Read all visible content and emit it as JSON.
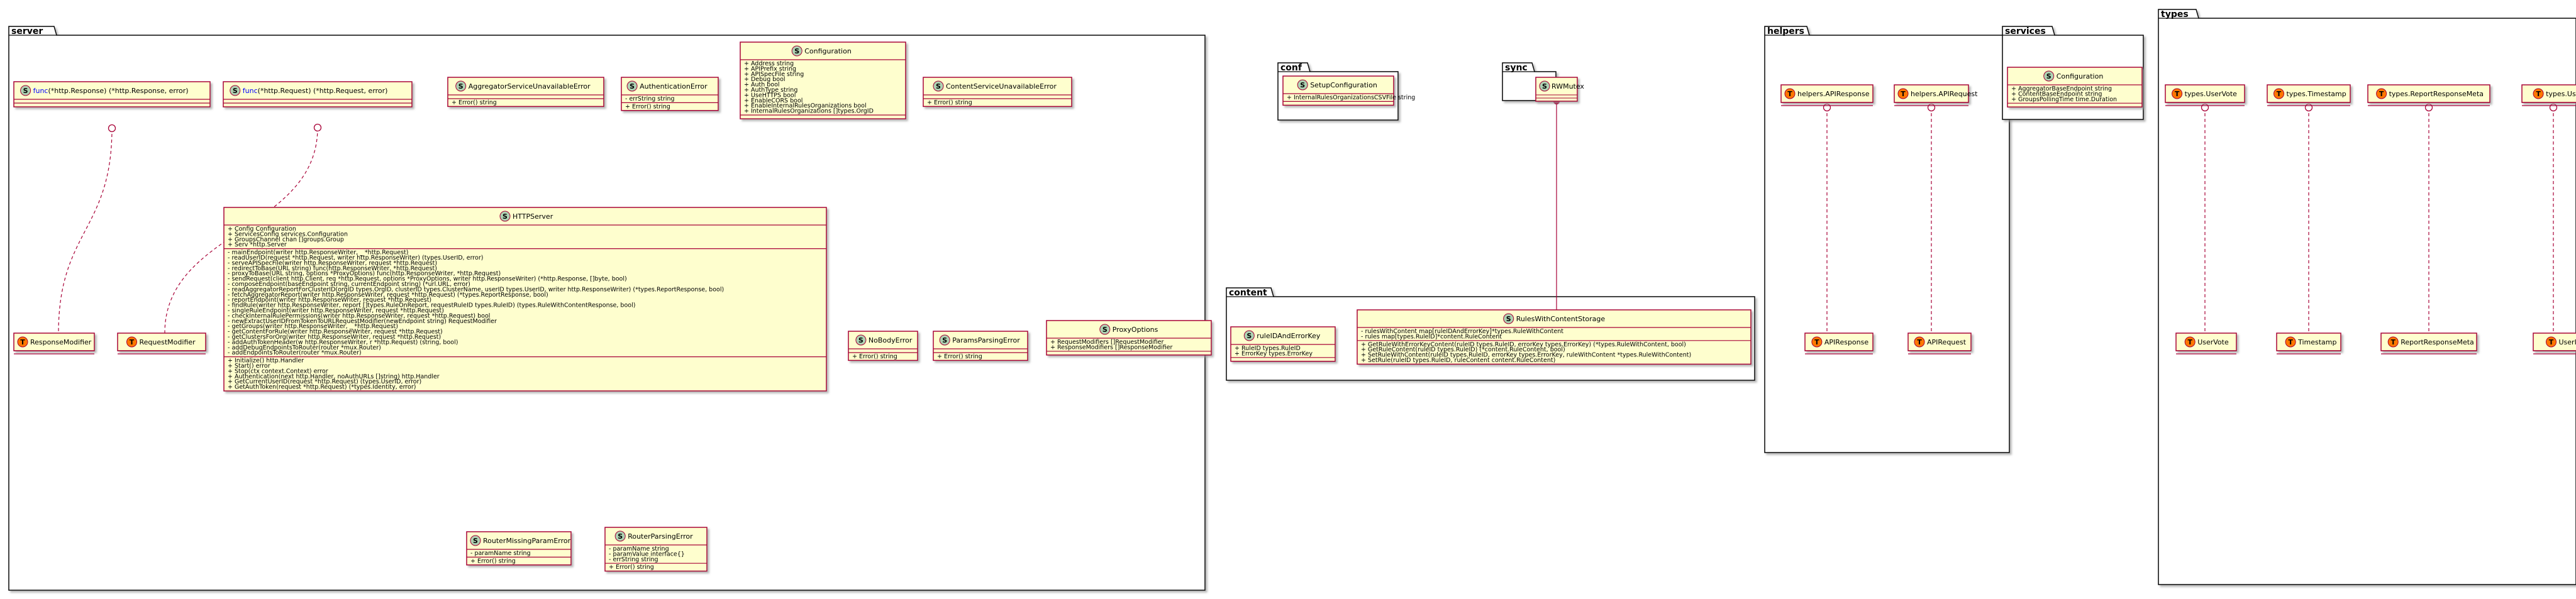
{
  "packages": {
    "server": "server",
    "conf": "conf",
    "sync": "sync",
    "content": "content",
    "helpers": "helpers",
    "services": "services",
    "types": "types"
  },
  "stereotypes": {
    "struct": "S",
    "type": "T"
  },
  "classes": {
    "func_response": {
      "prefix": "func",
      "rest": "(*http.Response) (*http.Response, error)"
    },
    "func_request": {
      "prefix": "func",
      "rest": "(*http.Request) (*http.Request, error)"
    },
    "aggregator_unavailable": {
      "name": "AggregatorServiceUnavailableError",
      "methods": [
        "+ Error() string"
      ]
    },
    "authentication_error": {
      "name": "AuthenticationError",
      "fields": [
        "- errString string"
      ],
      "methods": [
        "+ Error() string"
      ]
    },
    "configuration": {
      "name": "Configuration",
      "fields": [
        "+ Address string",
        "+ APIPrefix string",
        "+ APISpecFile string",
        "+ Debug bool",
        "+ Auth bool",
        "+ AuthType string",
        "+ UseHTTPS bool",
        "+ EnableCORS bool",
        "+ EnableInternalRulesOrganizations bool",
        "+ InternalRulesOrganizations []types.OrgID"
      ]
    },
    "content_unavailable": {
      "name": "ContentServiceUnavailableError",
      "methods": [
        "+ Error() string"
      ]
    },
    "response_modifier": {
      "name": "ResponseModifier"
    },
    "request_modifier": {
      "name": "RequestModifier"
    },
    "http_server": {
      "name": "HTTPServer",
      "fields": [
        "+ Config Configuration",
        "+ ServicesConfig services.Configuration",
        "+ GroupsChannel chan []groups.Group",
        "+ Serv *http.Server"
      ],
      "private_methods": [
        "- mainEndpoint(writer http.ResponseWriter, _ *http.Request)",
        "- readUserID(request *http.Request, writer http.ResponseWriter) (types.UserID, error)",
        "- serveAPISpecFile(writer http.ResponseWriter, request *http.Request)",
        "- redirectToBase(URL string) func(http.ResponseWriter, *http.Request)",
        "- proxyToBase(URL string, options *ProxyOptions) func(http.ResponseWriter, *http.Request)",
        "- sendRequest(client http.Client, req *http.Request, options *ProxyOptions, writer http.ResponseWriter) (*http.Response, []byte, bool)",
        "- composeEndpoint(baseEndpoint string, currentEndpoint string) (*url.URL, error)",
        "- readAggregatorReportForClusterID(orgID types.OrgID, clusterID types.ClusterName, userID types.UserID, writer http.ResponseWriter) (*types.ReportResponse, bool)",
        "- fetchAggregatorReport(writer http.ResponseWriter, request *http.Request) (*types.ReportResponse, bool)",
        "- reportEndpoint(writer http.ResponseWriter, request *http.Request)",
        "- findRule(writer http.ResponseWriter, report []types.RuleOnReport, requestRuleID types.RuleID) (types.RuleWithContentResponse, bool)",
        "- singleRuleEndpoint(writer http.ResponseWriter, request *http.Request)",
        "- checkInternalRulePermissions(writer http.ResponseWriter, request *http.Request) bool",
        "- newExtractUserIDFromTokenToURLRequestModifier(newEndpoint string) RequestModifier",
        "- getGroups(writer http.ResponseWriter, _ *http.Request)",
        "- getContentForRule(writer http.ResponseWriter, request *http.Request)",
        "- getClustersForOrg(writer http.ResponseWriter, request *http.Request)",
        "- addAuthTokenHeader(w http.ResponseWriter, r *http.Request) (string, bool)",
        "- addDebugEndpointsToRouter(router *mux.Router)",
        "- addEndpointsToRouter(router *mux.Router)"
      ],
      "public_methods": [
        "+ Initialize() http.Handler",
        "+ Start() error",
        "+ Stop(ctx context.Context) error",
        "+ Authentication(next http.Handler, noAuthURLs []string) http.Handler",
        "+ GetCurrentUserID(request *http.Request) (types.UserID, error)",
        "+ GetAuthToken(request *http.Request) (*types.Identity, error)"
      ]
    },
    "no_body_error": {
      "name": "NoBodyError",
      "methods": [
        "+ Error() string"
      ]
    },
    "params_parsing_error": {
      "name": "ParamsParsingError",
      "methods": [
        "+ Error() string"
      ]
    },
    "proxy_options": {
      "name": "ProxyOptions",
      "fields": [
        "+ RequestModifiers []RequestModifier",
        "+ ResponseModifiers []ResponseModifier"
      ]
    },
    "router_missing_param": {
      "name": "RouterMissingParamError",
      "fields": [
        "- paramName string"
      ],
      "methods": [
        "+ Error() string"
      ]
    },
    "router_parsing_error": {
      "name": "RouterParsingError",
      "fields": [
        "- paramName string",
        "- paramValue interface{}",
        "- errString string"
      ],
      "methods": [
        "+ Error() string"
      ]
    },
    "setup_configuration": {
      "name": "SetupConfiguration",
      "fields": [
        "+ InternalRulesOrganizationsCSVFile string"
      ]
    },
    "rw_mutex": {
      "name": "RWMutex"
    },
    "rule_id_and_error_key": {
      "name": "ruleIDAndErrorKey",
      "fields": [
        "+ RuleID types.RuleID",
        "+ ErrorKey types.ErrorKey"
      ]
    },
    "rules_with_content_storage": {
      "name": "RulesWithContentStorage",
      "fields": [
        "- rulesWithContent map[ruleIDAndErrorKey]*types.RuleWithContent",
        "- rules map[types.RuleID]*content.RuleContent"
      ],
      "methods": [
        "+ GetRuleWithErrorKeyContent(ruleID types.RuleID, errorKey types.ErrorKey) (*types.RuleWithContent, bool)",
        "+ GetRuleContent(ruleID types.RuleID) (*content.RuleContent, bool)",
        "+ SetRuleWithContent(ruleID types.RuleID, errorKey types.ErrorKey, ruleWithContent *types.RuleWithContent)",
        "+ SetRule(ruleID types.RuleID, ruleContent content.RuleContent)"
      ]
    },
    "helpers_api_response": {
      "name": "helpers.APIResponse"
    },
    "helpers_api_request": {
      "name": "helpers.APIRequest"
    },
    "api_response": {
      "name": "APIResponse"
    },
    "api_request": {
      "name": "APIRequest"
    },
    "services_configuration": {
      "name": "Configuration",
      "fields": [
        "+ AggregatorBaseEndpoint string",
        "+ ContentBaseEndpoint string",
        "+ GroupsPollingTime time.Duration"
      ]
    },
    "types_user_vote": {
      "name": "types.UserVote"
    },
    "types_timestamp": {
      "name": "types.Timestamp"
    },
    "types_report_response_meta": {
      "name": "types.ReportResponseMeta"
    },
    "types_user_id": {
      "name": "types.Use"
    },
    "user_vote": {
      "name": "UserVote"
    },
    "timestamp": {
      "name": "Timestamp"
    },
    "report_response_meta": {
      "name": "ReportResponseMeta"
    },
    "user_id": {
      "name": "UserI"
    }
  },
  "colors": {
    "class_fill": "#FEFECE",
    "class_border": "#A80036",
    "struct_circle": "#ADD1B2",
    "type_circle": "#FF7700",
    "package_fill": "#FFFFFF",
    "shadow": "#BBBBBB"
  }
}
